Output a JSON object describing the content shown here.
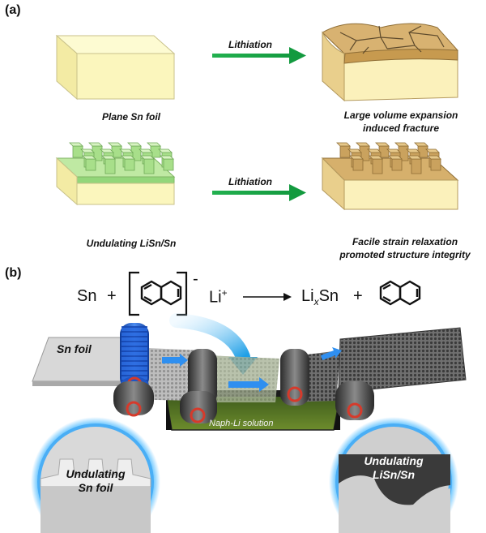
{
  "panel_a": {
    "label": "(a)",
    "row1": {
      "left_caption": "Plane Sn foil",
      "arrow_label": "Lithiation",
      "right_caption_line1": "Large volume expansion",
      "right_caption_line2": "induced fracture"
    },
    "row2": {
      "left_caption": "Undulating LiSn/Sn",
      "arrow_label": "Lithiation",
      "right_caption_line1": "Facile strain relaxation",
      "right_caption_line2": "promoted structure integrity"
    }
  },
  "panel_b": {
    "label": "(b)",
    "equation": {
      "reactant": "Sn",
      "plus1": "+",
      "charge": "-",
      "cation": "Li",
      "cation_sup": "+",
      "product_li": "Li",
      "product_x": "x",
      "product_sn": "Sn",
      "plus2": "+"
    },
    "sn_foil_label": "Sn foil",
    "solution_label": "Naph-Li solution",
    "zoom_left_line1": "Undulating",
    "zoom_left_line2": "Sn foil",
    "zoom_right_line1": "Undulating",
    "zoom_right_line2": "LiSn/Sn"
  },
  "colors": {
    "sn_top": "#fdf9c8",
    "sn_side": "#f7eea8",
    "expanded": "#d9b36e",
    "expanded_side": "#c69c55",
    "lisn_green": "#c8ecae",
    "arrow_green": "#1ea84a",
    "roller_blue": "#1e5fd0",
    "glow_blue": "#6cc7ff"
  }
}
